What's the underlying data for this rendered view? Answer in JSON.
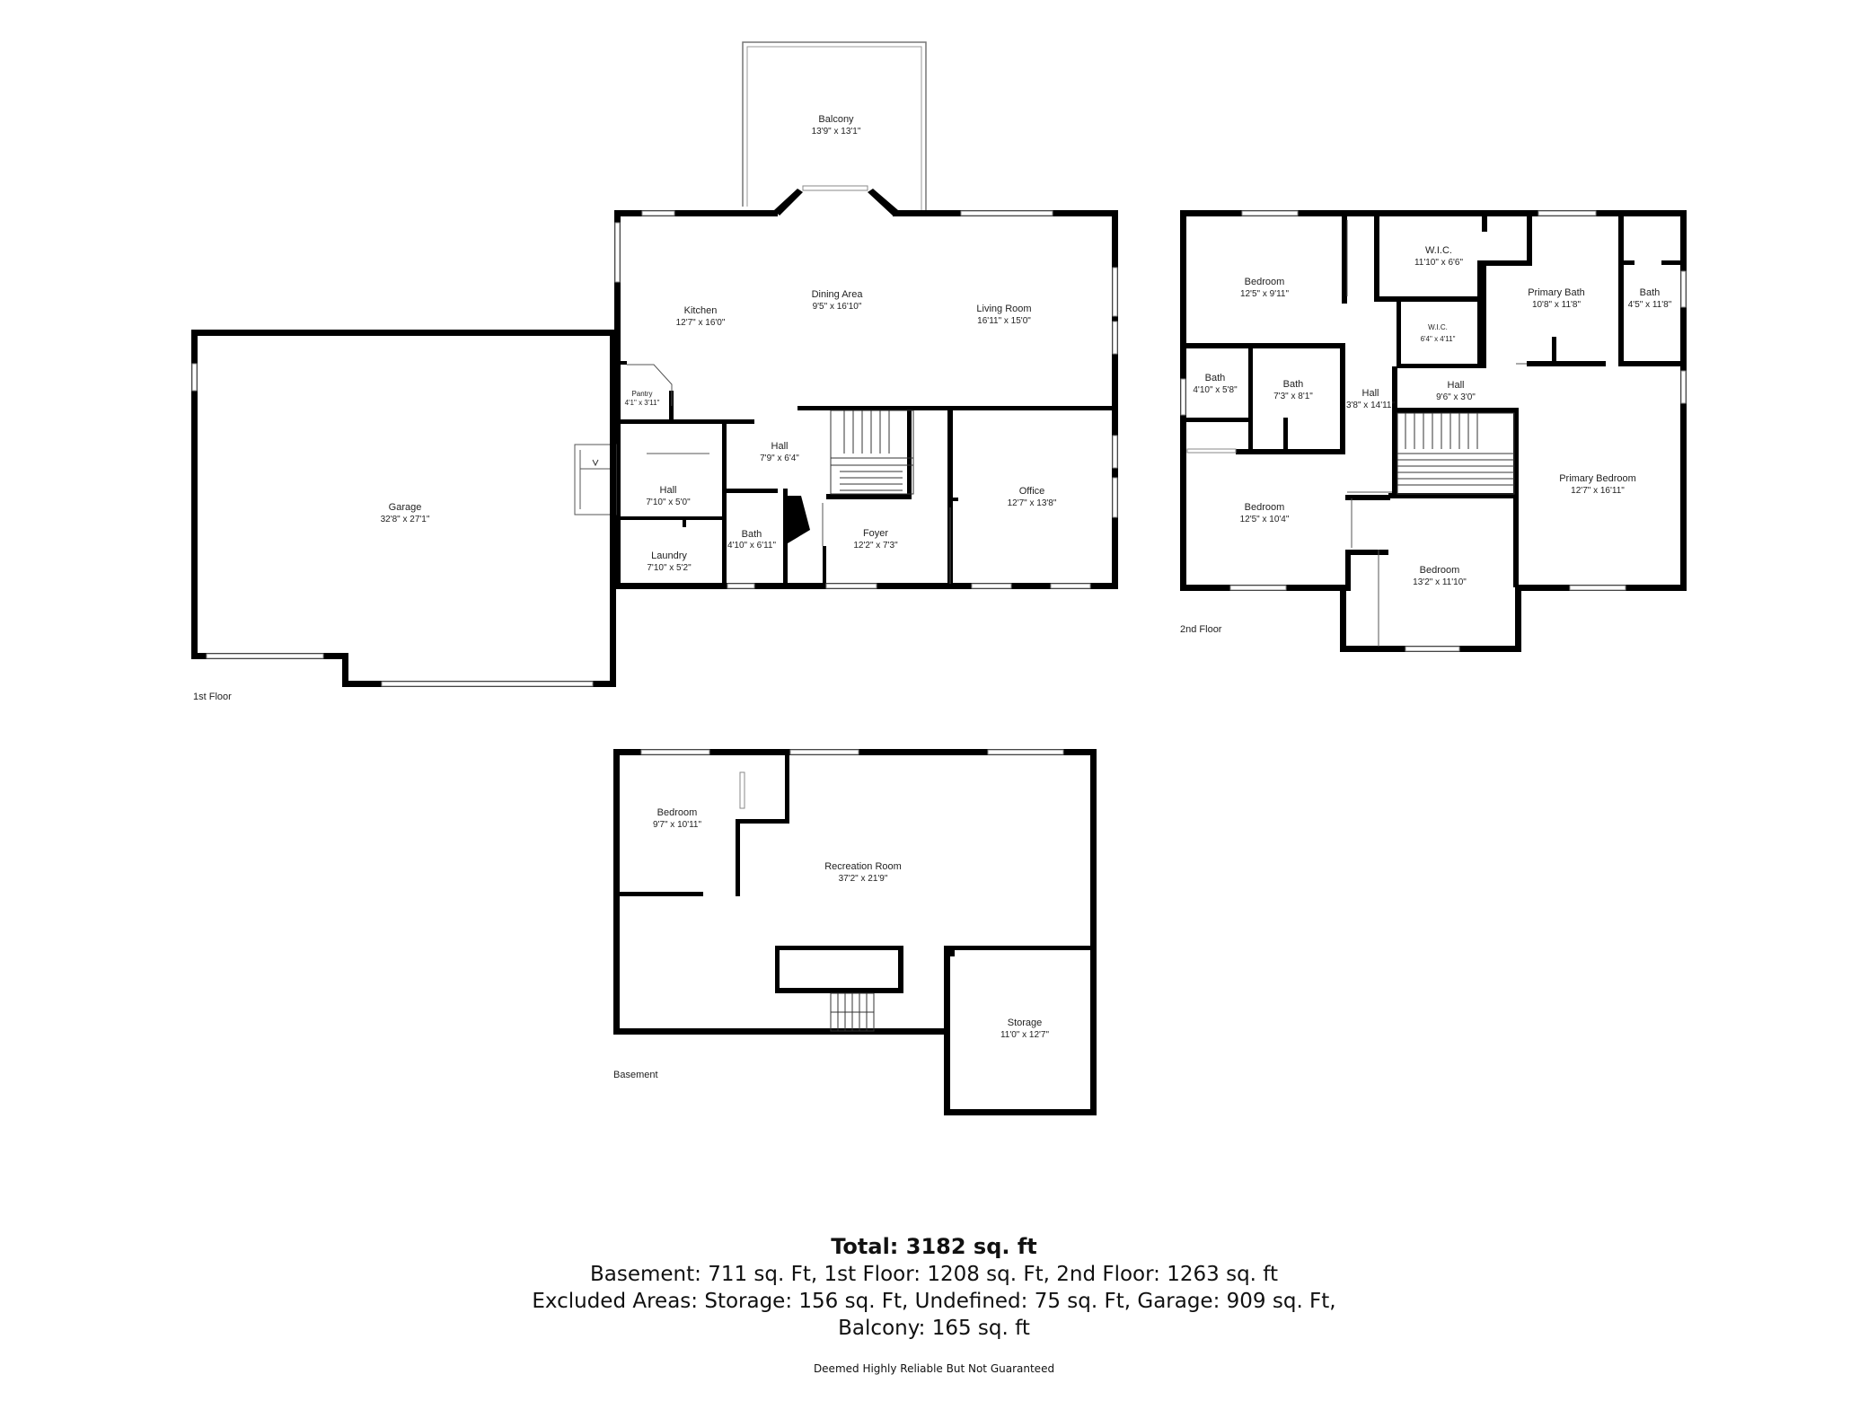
{
  "floors": {
    "first": {
      "label": "1st Floor",
      "rooms": {
        "balcony": {
          "name": "Balcony",
          "dims": "13'9\" x 13'1\""
        },
        "kitchen": {
          "name": "Kitchen",
          "dims": "12'7\" x 16'0\""
        },
        "dining": {
          "name": "Dining Area",
          "dims": "9'5\" x 16'10\""
        },
        "living": {
          "name": "Living Room",
          "dims": "16'11\" x 15'0\""
        },
        "pantry": {
          "name": "Pantry",
          "dims": "4'1\" x 3'11\""
        },
        "hall_center": {
          "name": "Hall",
          "dims": "7'9\" x 6'4\""
        },
        "hall_side": {
          "name": "Hall",
          "dims": "7'10\" x 5'0\""
        },
        "laundry": {
          "name": "Laundry",
          "dims": "7'10\" x 5'2\""
        },
        "bath": {
          "name": "Bath",
          "dims": "4'10\" x 6'11\""
        },
        "foyer": {
          "name": "Foyer",
          "dims": "12'2\" x 7'3\""
        },
        "office": {
          "name": "Office",
          "dims": "12'7\" x 13'8\""
        },
        "garage": {
          "name": "Garage",
          "dims": "32'8\" x 27'1\""
        }
      }
    },
    "second": {
      "label": "2nd Floor",
      "rooms": {
        "bedroom_nw": {
          "name": "Bedroom",
          "dims": "12'5\" x 9'11\""
        },
        "wic_large": {
          "name": "W.I.C.",
          "dims": "11'10\" x 6'6\""
        },
        "primary_bath": {
          "name": "Primary Bath",
          "dims": "10'8\" x 11'8\""
        },
        "bath_east": {
          "name": "Bath",
          "dims": "4'5\" x 11'8\""
        },
        "wic_small": {
          "name": "W.I.C.",
          "dims": "6'4\" x 4'11\""
        },
        "bath_small": {
          "name": "Bath",
          "dims": "4'10\" x 5'8\""
        },
        "bath_mid": {
          "name": "Bath",
          "dims": "7'3\" x 8'1\""
        },
        "hall_vertical": {
          "name": "Hall",
          "dims": "3'8\" x 14'11\""
        },
        "hall_horizontal": {
          "name": "Hall",
          "dims": "9'6\" x 3'0\""
        },
        "bedroom_sw": {
          "name": "Bedroom",
          "dims": "12'5\" x 10'4\""
        },
        "bedroom_s": {
          "name": "Bedroom",
          "dims": "13'2\" x 11'10\""
        },
        "primary_bedroom": {
          "name": "Primary Bedroom",
          "dims": "12'7\" x 16'11\""
        }
      }
    },
    "basement": {
      "label": "Basement",
      "rooms": {
        "bedroom": {
          "name": "Bedroom",
          "dims": "9'7\" x 10'11\""
        },
        "recreation": {
          "name": "Recreation Room",
          "dims": "37'2\" x 21'9\""
        },
        "storage": {
          "name": "Storage",
          "dims": "11'0\" x 12'7\""
        }
      }
    }
  },
  "summary": {
    "total": "Total: 3182 sq. ft",
    "line1": "Basement: 711 sq. Ft, 1st Floor: 1208 sq. Ft, 2nd Floor: 1263 sq. ft",
    "line2": "Excluded Areas: Storage: 156 sq. Ft, Undefined: 75 sq. Ft, Garage: 909 sq. Ft,",
    "line3": "Balcony: 165 sq. ft"
  },
  "disclaimer": "Deemed Highly Reliable But Not Guaranteed"
}
